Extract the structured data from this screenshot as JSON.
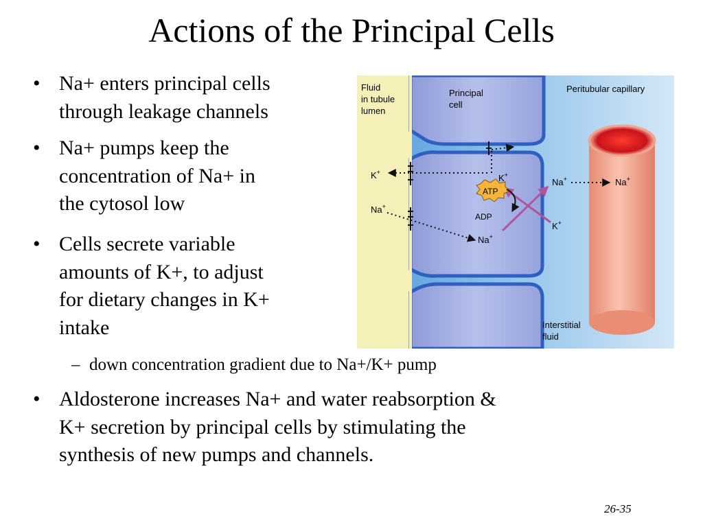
{
  "slide": {
    "title": "Actions of the Principal Cells",
    "bullets": [
      "Na+ enters principal cells\nthrough leakage channels",
      "Na+ pumps keep the\nconcentration of Na+ in\nthe cytosol low",
      "Cells secrete variable\namounts of K+, to adjust\nfor dietary changes in K+\nintake"
    ],
    "sub_bullet": "down concentration gradient due to Na+/K+ pump",
    "last_bullet": "Aldosterone increases Na+ and water reabsorption &\nK+ secretion by principal cells by stimulating the\nsynthesis of new pumps and channels.",
    "bullet_symbol": "•",
    "dash_symbol": "–",
    "slide_number": "26-35"
  },
  "figure": {
    "lumen_label_1": "Fluid",
    "lumen_label_2": "in tubule",
    "lumen_label_3": "lumen",
    "cell_label_1": "Principal",
    "cell_label_2": "cell",
    "capillary_label": "Peritubular capillary",
    "interstitial_label_1": "Interstitial",
    "interstitial_label_2": "fluid",
    "k_out": "K",
    "k_in": "K",
    "k_pump": "K",
    "na_in": "Na",
    "na_cell": "Na",
    "na_pump": "Na",
    "na_capillary": "Na",
    "plus": "+",
    "atp": "ATP",
    "adp": "ADP",
    "colors": {
      "lumen": "#f5f0b8",
      "cell": "#a9b4e2",
      "cell_border": "#3566c2",
      "interstitial": "#6eb2e6",
      "capillary": "#f0a58f",
      "pump_x": "#b0559c",
      "atp": "#f5b53b"
    }
  }
}
